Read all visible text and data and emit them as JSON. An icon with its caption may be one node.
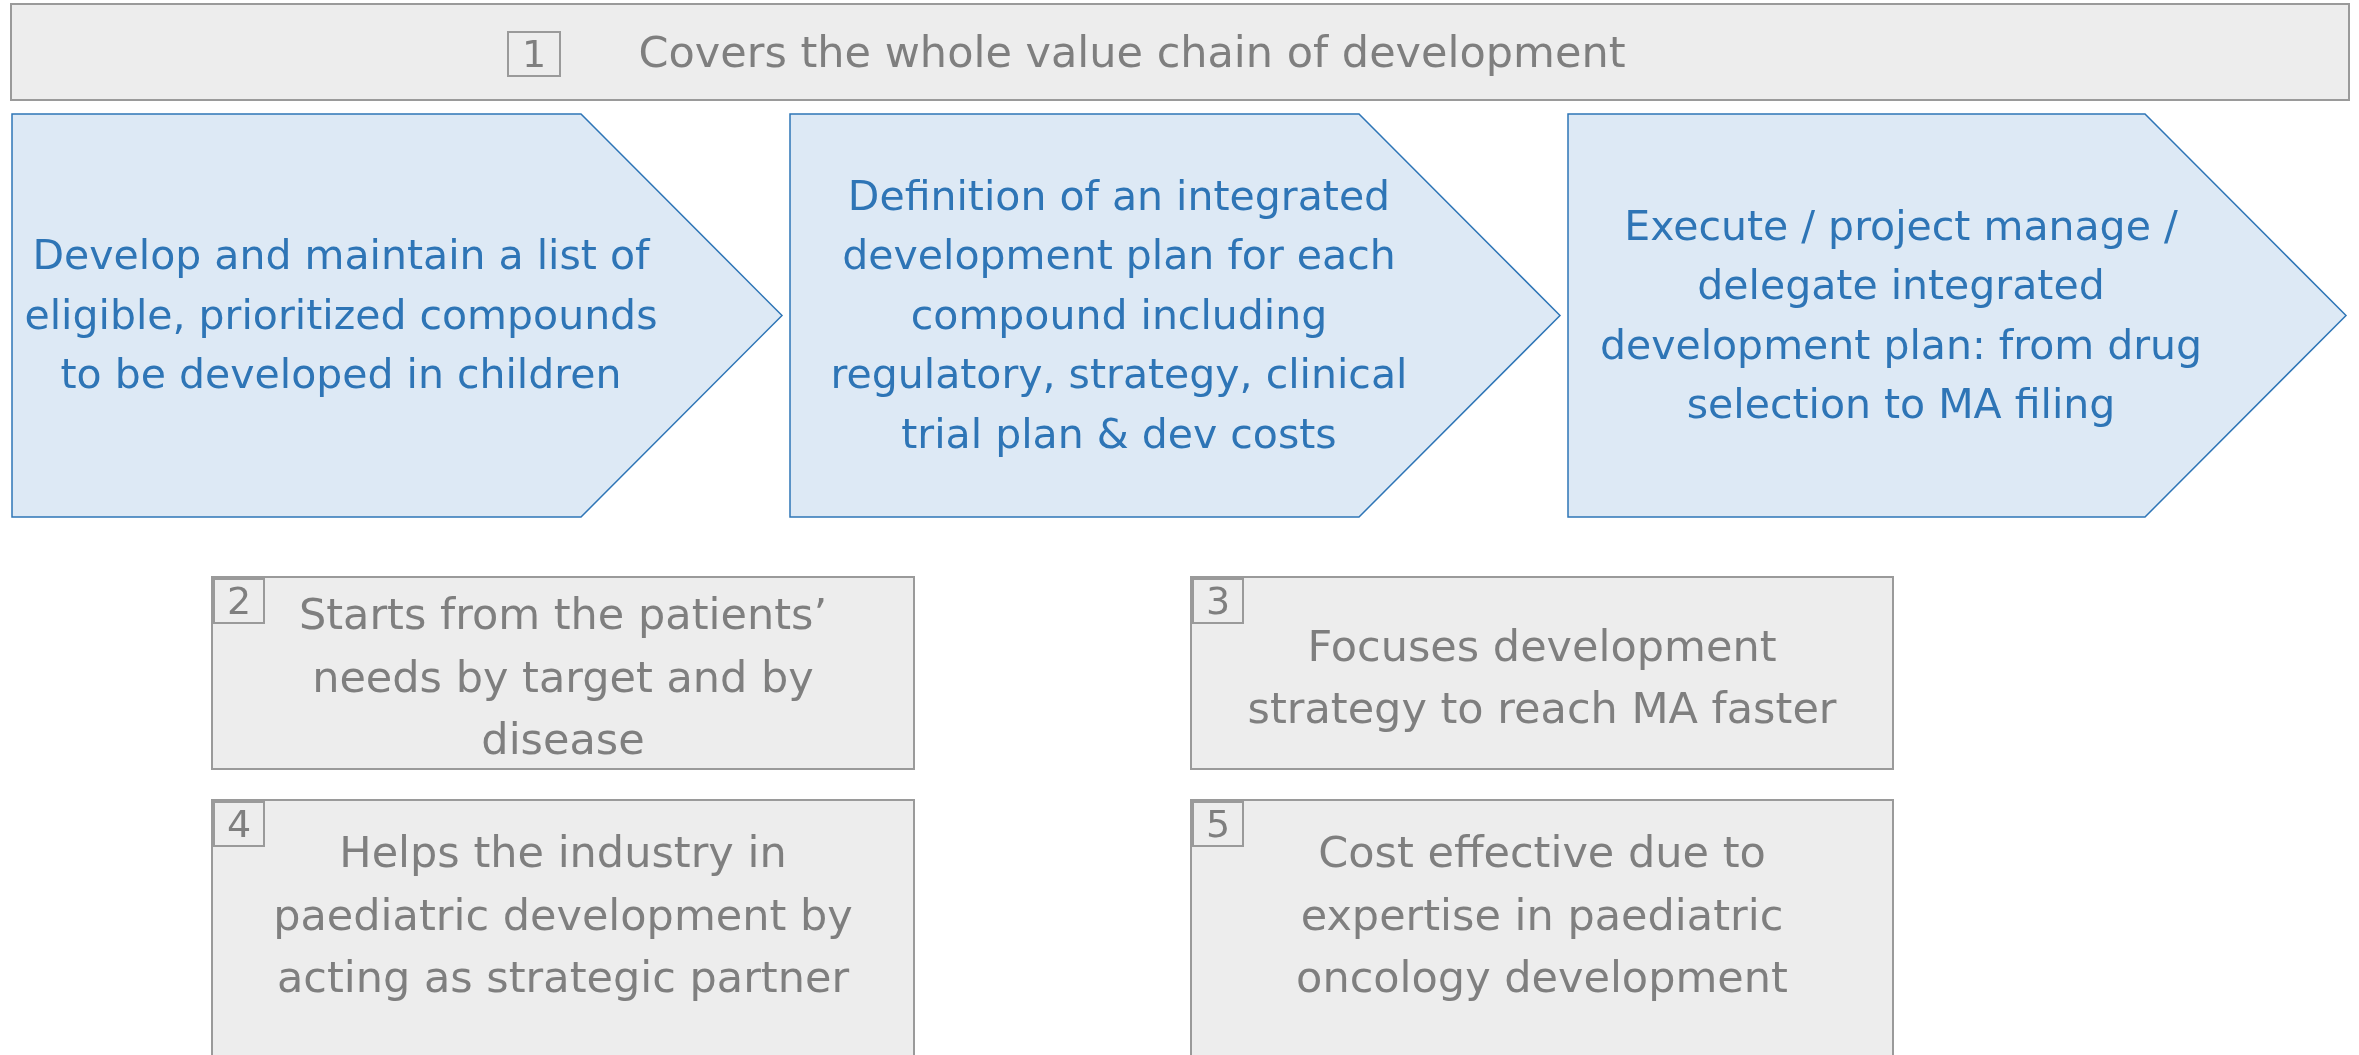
{
  "diagram": {
    "nodes": [
      {
        "text": [
          "Covers the whole value chain of development"
        ]
      },
      {
        "text": [
          "1"
        ],
        "in": 0
      },
      {
        "text": [
          "Develop and maintain a list of eligible, prioritized compounds to be developed in children"
        ]
      },
      {
        "text": [
          "Definition of an integrated development plan for each compound including regulatory, strategy, clinical trial plan & dev costs"
        ]
      },
      {
        "text": [
          "Execute / project manage / delegate integrated development plan: from drug selection to MA filing"
        ]
      },
      {
        "text": [
          "Starts from the patients’ needs by target and by disease"
        ]
      },
      {
        "text": [
          "2"
        ],
        "in": 5
      },
      {
        "text": [
          "Focuses development strategy to reach MA faster"
        ]
      },
      {
        "text": [
          "3"
        ],
        "in": 7
      },
      {
        "text": [
          "Helps the industry in paediatric development by acting as strategic partner"
        ]
      },
      {
        "text": [
          "4"
        ],
        "in": 9
      },
      {
        "text": [
          "Cost effective due to expertise in paediatric oncology development"
        ]
      },
      {
        "text": [
          "5"
        ],
        "in": 11
      }
    ]
  }
}
